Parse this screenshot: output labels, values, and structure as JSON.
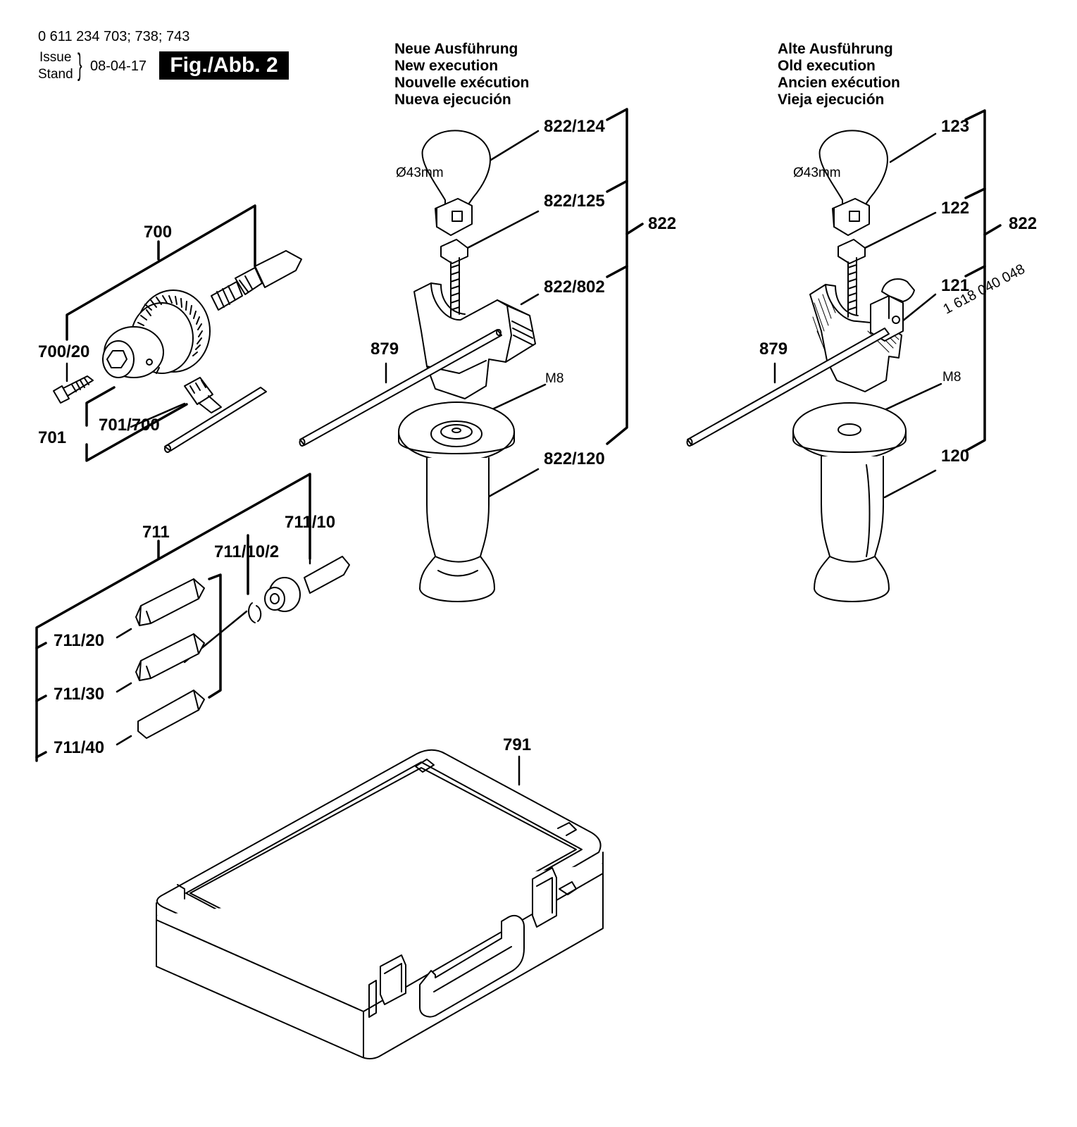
{
  "header": {
    "model_numbers": "0 611 234 703; 738; 743",
    "issue_label": "Issue",
    "stand_label": "Stand",
    "date": "08-04-17",
    "figure_label": "Fig./Abb. 2"
  },
  "new_version": {
    "lines": [
      "Neue Ausführung",
      "New execution",
      "Nouvelle exécution",
      "Nueva ejecución"
    ],
    "diameter": "Ø43mm",
    "thread": "M8",
    "parts": {
      "p822_124": "822/124",
      "p822_125": "822/125",
      "p822": "822",
      "p822_802": "822/802",
      "p879": "879",
      "p822_120": "822/120"
    }
  },
  "old_version": {
    "lines": [
      "Alte Ausführung",
      "Old execution",
      "Ancien exécution",
      "Vieja ejecución"
    ],
    "diameter": "Ø43mm",
    "thread": "M8",
    "order_number": "1 618 040 048",
    "parts": {
      "p123": "123",
      "p122": "122",
      "p822": "822",
      "p121": "121",
      "p879": "879",
      "p120": "120"
    }
  },
  "chuck_group": {
    "p700": "700",
    "p700_20": "700/20",
    "p701": "701",
    "p701_700": "701/700"
  },
  "bit_group": {
    "p711": "711",
    "p711_10_2": "711/10/2",
    "p711_10": "711/10",
    "p711_20": "711/20",
    "p711_30": "711/30",
    "p711_40": "711/40"
  },
  "case": {
    "p791": "791"
  }
}
